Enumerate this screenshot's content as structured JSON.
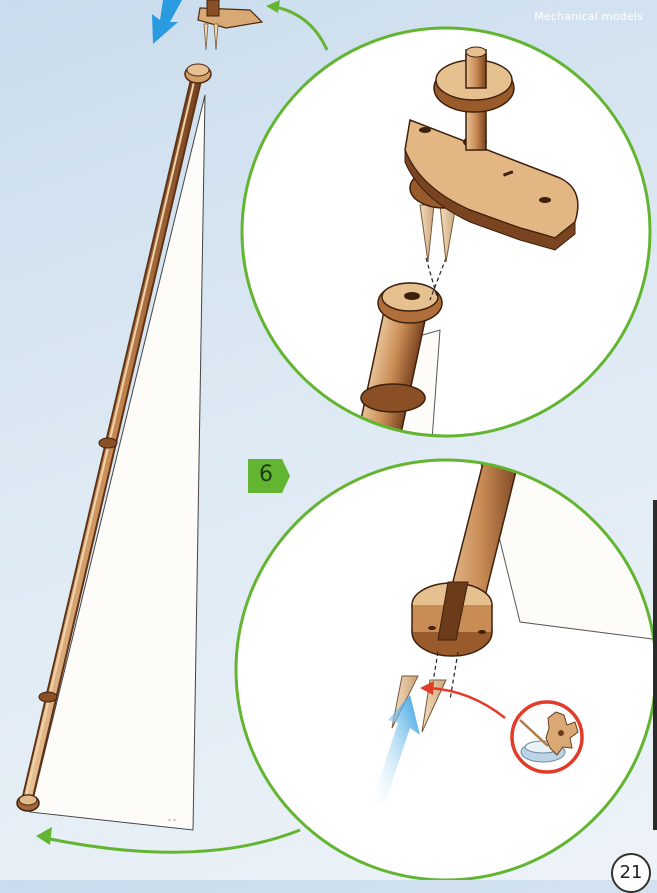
{
  "header": {
    "section_label": "Mechanical models"
  },
  "step": {
    "number": "6"
  },
  "footer": {
    "page_number": "21"
  },
  "colors": {
    "accent_green": "#63b531",
    "arrow_blue": "#2a9be0",
    "arrow_red": "#e23b2a",
    "wood_light": "#e9c59c",
    "wood_dark": "#6b3b1a",
    "sail": "#fdfcf8"
  },
  "icons": {
    "direction_arrow": "blue-arrow-icon",
    "glue_pot": "glue-pot-icon",
    "step_badge": "hexagon-badge-icon"
  }
}
